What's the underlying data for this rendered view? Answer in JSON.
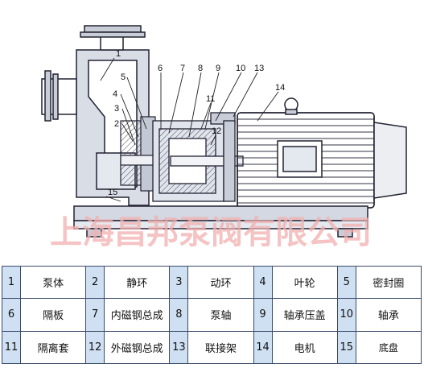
{
  "callouts": [
    "1",
    "2",
    "3",
    "4",
    "5",
    "6",
    "7",
    "8",
    "9",
    "10",
    "11",
    "12",
    "13",
    "14",
    "15"
  ],
  "watermark": "上海昌邦泵阀有限公司",
  "legend": {
    "rows": [
      [
        {
          "num": "1",
          "label": "泵体"
        },
        {
          "num": "2",
          "label": "静环"
        },
        {
          "num": "3",
          "label": "动环"
        },
        {
          "num": "4",
          "label": "叶轮"
        },
        {
          "num": "5",
          "label": "密封圈"
        }
      ],
      [
        {
          "num": "6",
          "label": "隔板"
        },
        {
          "num": "7",
          "label": "内磁钢总成"
        },
        {
          "num": "8",
          "label": "泵轴"
        },
        {
          "num": "9",
          "label": "轴承压盖"
        },
        {
          "num": "10",
          "label": "轴承"
        }
      ],
      [
        {
          "num": "11",
          "label": "隔离套"
        },
        {
          "num": "12",
          "label": "外磁钢总成"
        },
        {
          "num": "13",
          "label": "联接架"
        },
        {
          "num": "14",
          "label": "电机"
        },
        {
          "num": "15",
          "label": "底盘"
        }
      ]
    ]
  }
}
